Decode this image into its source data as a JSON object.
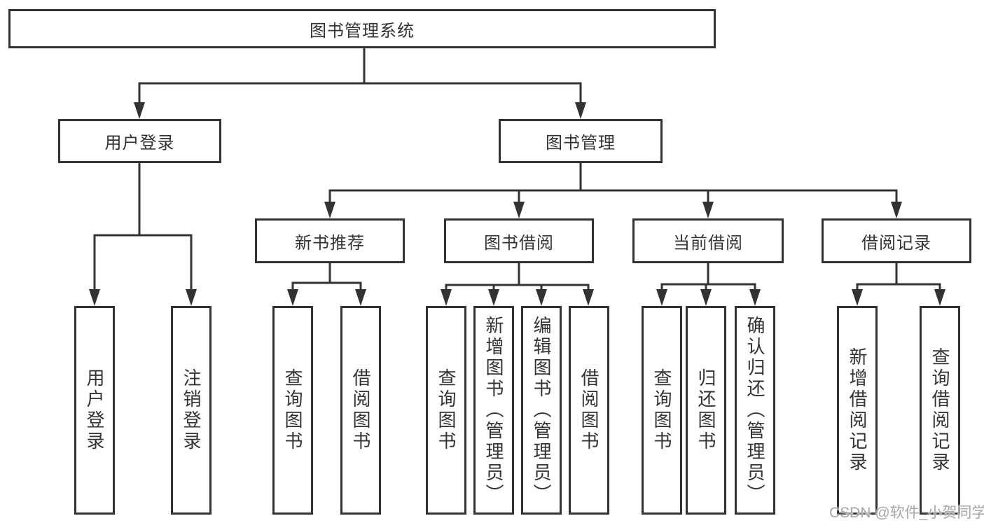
{
  "diagram_title": "图书管理系统",
  "tree": {
    "label": "图书管理系统",
    "children": [
      {
        "label": "用户登录",
        "children": [
          {
            "label": "用户登录"
          },
          {
            "label": "注销登录"
          }
        ]
      },
      {
        "label": "图书管理",
        "children": [
          {
            "label": "新书推荐",
            "children": [
              {
                "label": "查询图书"
              },
              {
                "label": "借阅图书"
              }
            ]
          },
          {
            "label": "图书借阅",
            "children": [
              {
                "label": "查询图书"
              },
              {
                "label": "新增图书（管理员）"
              },
              {
                "label": "编辑图书（管理员）"
              },
              {
                "label": "借阅图书"
              }
            ]
          },
          {
            "label": "当前借阅",
            "children": [
              {
                "label": "查询图书"
              },
              {
                "label": "归还图书"
              },
              {
                "label": "确认归还（管理员）"
              }
            ]
          },
          {
            "label": "借阅记录",
            "children": [
              {
                "label": "新增借阅记录"
              },
              {
                "label": "查询借阅记录"
              }
            ]
          }
        ]
      }
    ]
  },
  "watermark": {
    "text": "CSDN @软件_小贺同学"
  },
  "colors": {
    "line": "#333333",
    "box_border": "#333333",
    "box_background": "#ffffff",
    "text": "#333333",
    "watermark": "#a6a6a6",
    "background": "#ffffff"
  }
}
